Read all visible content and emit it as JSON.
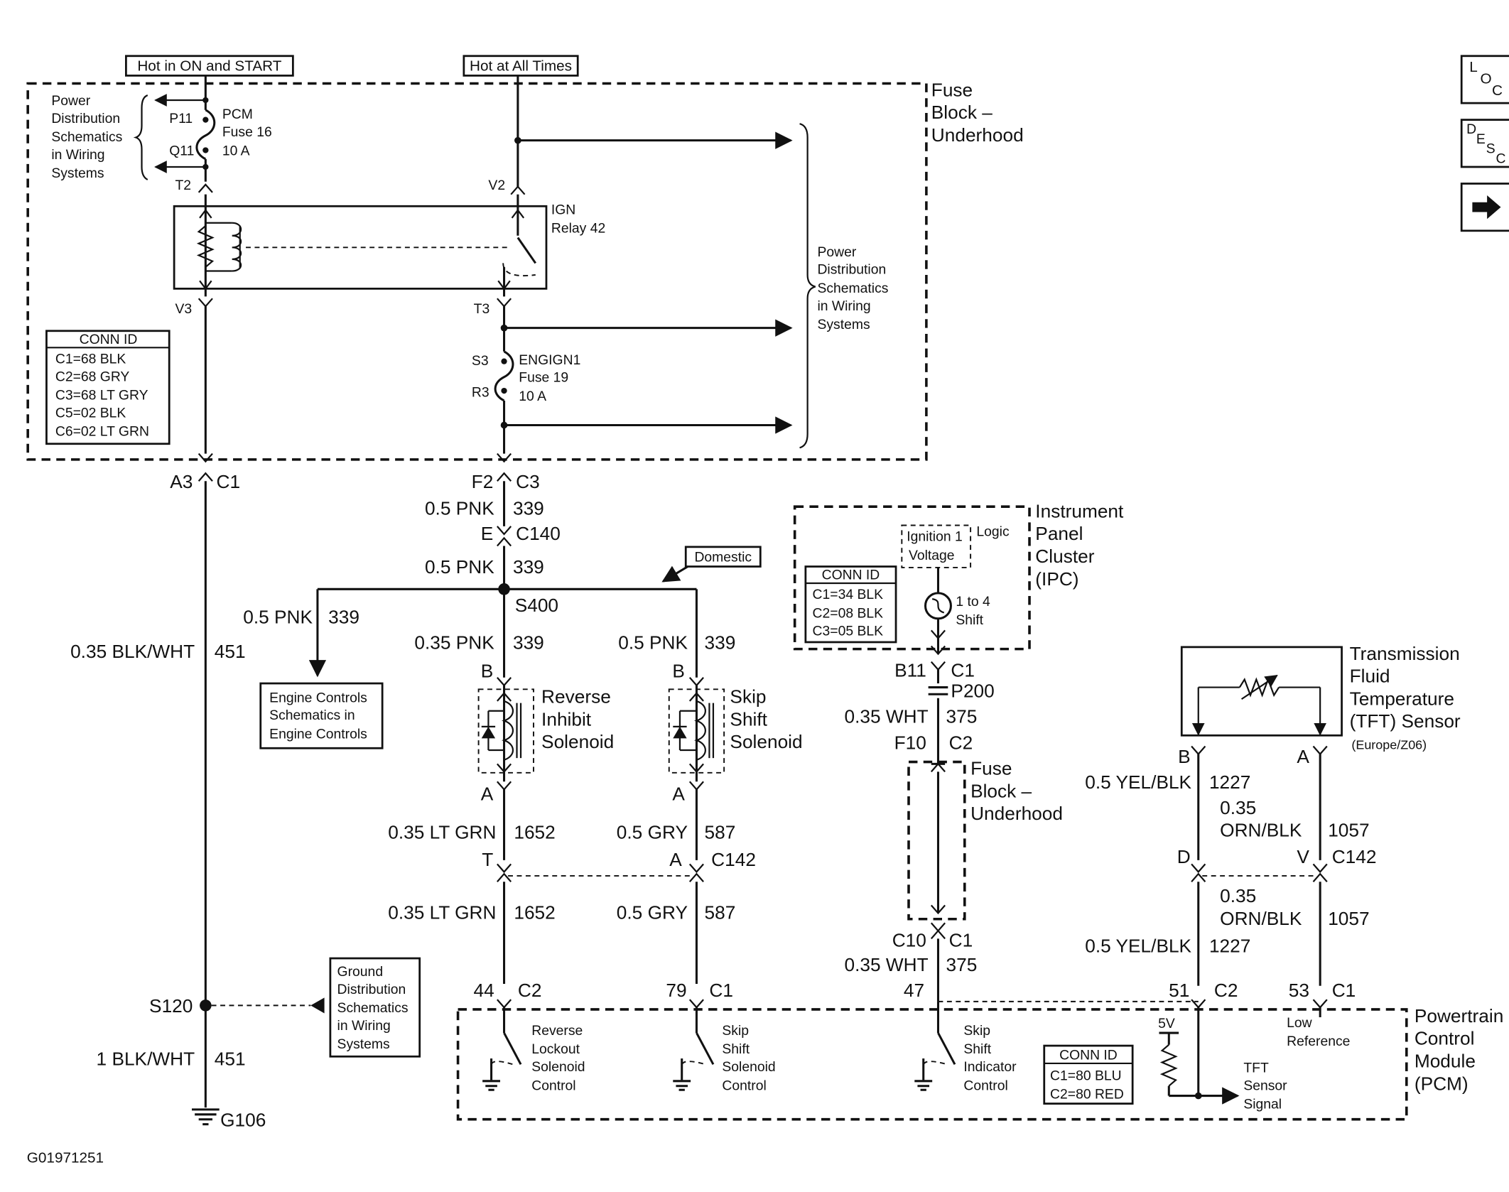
{
  "diagram_id": "G01971251",
  "power": {
    "hot_on_start": "Hot in ON and START",
    "hot_all_times": "Hot at All Times"
  },
  "side_buttons": {
    "loc": [
      "L",
      "O",
      "C"
    ],
    "desc": [
      "D",
      "E",
      "S",
      "C"
    ],
    "next_arrow_icon": "right-arrow-icon"
  },
  "fuse_block_top": {
    "label": [
      "Fuse",
      "Block –",
      "Underhood"
    ],
    "power_dist_left": [
      "Power",
      "Distribution",
      "Schematics",
      "in Wiring",
      "Systems"
    ],
    "power_dist_right": [
      "Power",
      "Distribution",
      "Schematics",
      "in Wiring",
      "Systems"
    ],
    "pcm_fuse": {
      "pin_in": "P11",
      "pin_out": "Q11",
      "lines": [
        "PCM",
        "Fuse 16",
        "10 A"
      ]
    },
    "t2": "T2",
    "v2": "V2",
    "relay": [
      "IGN",
      "Relay 42"
    ],
    "v3": "V3",
    "t3": "T3",
    "engign_fuse": {
      "pin_in": "S3",
      "pin_out": "R3",
      "lines": [
        "ENGIGN1",
        "Fuse 19",
        "10 A"
      ]
    },
    "conn_id": {
      "title": "CONN ID",
      "rows": [
        "C1=68 BLK",
        "C2=68 GRY",
        "C3=68 LT GRY",
        "C5=02 BLK",
        "C6=02 LT GRN"
      ]
    }
  },
  "left_wire": {
    "a3": "A3",
    "c1": "C1",
    "size_color": "0.35 BLK/WHT",
    "circuit": "451",
    "splice": "S120",
    "size_color2": "1 BLK/WHT",
    "circuit2": "451",
    "ground": "G106",
    "ground_dist": [
      "Ground",
      "Distribution",
      "Schematics",
      "in Wiring",
      "Systems"
    ]
  },
  "center_feed": {
    "f2": "F2",
    "c3": "C3",
    "wire1": "0.5 PNK",
    "circ1": "339",
    "e": "E",
    "c140": "C140",
    "wire2": "0.5 PNK",
    "circ2": "339",
    "domestic": "Domestic",
    "splice": "S400",
    "engine_wire": "0.5 PNK",
    "engine_circ": "339",
    "engine_controls": [
      "Engine Controls",
      "Schematics in",
      "Engine Controls"
    ]
  },
  "reverse_inhibit": {
    "wire_in": "0.35 PNK",
    "circ_in": "339",
    "pin_b": "B",
    "pin_a": "A",
    "label": [
      "Reverse",
      "Inhibit",
      "Solenoid"
    ],
    "wire_out": "0.35 LT GRN",
    "circ_out": "1652",
    "c142_pin": "T",
    "wire_out2": "0.35 LT GRN",
    "circ_out2": "1652",
    "pcm_pin": "44",
    "pcm_conn": "C2"
  },
  "skip_shift": {
    "wire_in": "0.5 PNK",
    "circ_in": "339",
    "pin_b": "B",
    "pin_a": "A",
    "label": [
      "Skip",
      "Shift",
      "Solenoid"
    ],
    "wire_out": "0.5 GRY",
    "circ_out": "587",
    "c142_pin": "A",
    "c142": "C142",
    "wire_out2": "0.5 GRY",
    "circ_out2": "587",
    "pcm_pin": "79",
    "pcm_conn": "C1"
  },
  "ipc": {
    "label": [
      "Instrument",
      "Panel",
      "Cluster",
      "(IPC)"
    ],
    "ign_voltage": [
      "Ignition 1",
      "Voltage"
    ],
    "logic": "Logic",
    "shift_lamp": [
      "1 to 4",
      "Shift"
    ],
    "conn_id": {
      "title": "CONN ID",
      "rows": [
        "C1=34 BLK",
        "C2=08 BLK",
        "C3=05 BLK"
      ]
    },
    "b11": "B11",
    "c1": "C1",
    "p200": "P200",
    "wire1": "0.35 WHT",
    "circ1": "375",
    "f10": "F10",
    "c2": "C2",
    "fuse_block": [
      "Fuse",
      "Block –",
      "Underhood"
    ],
    "c10": "C10",
    "c1b": "C1",
    "wire2": "0.35 WHT",
    "circ2": "375",
    "pcm_pin": "47"
  },
  "tft": {
    "label": [
      "Transmission",
      "Fluid",
      "Temperature",
      "(TFT) Sensor"
    ],
    "note": "(Europe/Z06)",
    "pin_b": "B",
    "pin_a": "A",
    "wire_b": "0.5 YEL/BLK",
    "circ_b": "1227",
    "wire_a": [
      "0.35",
      "ORN/BLK"
    ],
    "circ_a": "1057",
    "c142_d": "D",
    "c142_v": "V",
    "c142": "C142",
    "wire_a2": [
      "0.35",
      "ORN/BLK"
    ],
    "circ_a2": "1057",
    "wire_b2": "0.5 YEL/BLK",
    "circ_b2": "1227",
    "pcm_pin_b": "51",
    "pcm_conn_b": "C2",
    "pcm_pin_a": "53",
    "pcm_conn_a": "C1"
  },
  "pcm": {
    "label": [
      "Powertrain",
      "Control",
      "Module",
      "(PCM)"
    ],
    "reverse_lockout": [
      "Reverse",
      "Lockout",
      "Solenoid",
      "Control"
    ],
    "skip_shift_ctrl": [
      "Skip",
      "Shift",
      "Solenoid",
      "Control"
    ],
    "skip_indicator": [
      "Skip",
      "Shift",
      "Indicator",
      "Control"
    ],
    "five_v": "5V",
    "tft_signal": [
      "TFT",
      "Sensor",
      "Signal"
    ],
    "low_ref": [
      "Low",
      "Reference"
    ],
    "conn_id": {
      "title": "CONN ID",
      "rows": [
        "C1=80 BLU",
        "C2=80 RED"
      ]
    }
  }
}
